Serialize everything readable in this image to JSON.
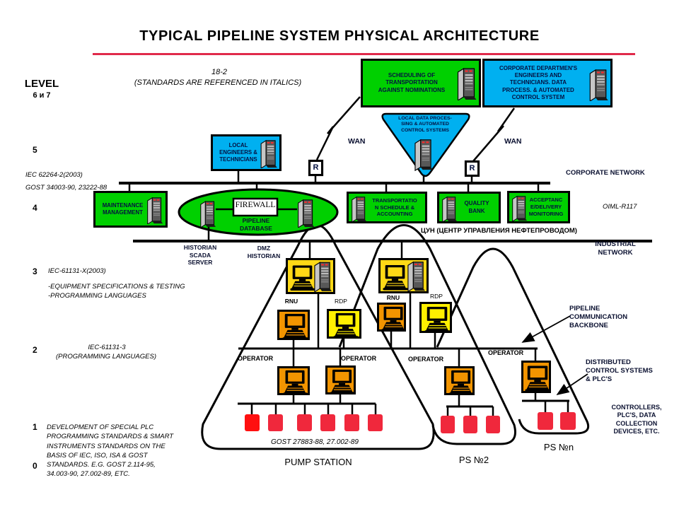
{
  "header": {
    "title": "TYPICAL PIPELINE SYSTEM PHYSICAL ARCHITECTURE",
    "slide_ref": "18-2",
    "note": "(STANDARDS ARE REFERENCED IN ITALICS)"
  },
  "levels": {
    "label": "LEVEL",
    "sublabel": "6 и 7",
    "l5": "5",
    "l4": "4",
    "l3": "3",
    "l2": "2",
    "l1": "1",
    "l0": "0"
  },
  "standards": {
    "iec62264": "IEC 62264-2(2003)",
    "gost34003": "GOST 34003-90, 23222-88",
    "iec61131x": "IEC-61131-X(2003)",
    "l3_notes": "-EQUIPMENT SPECIFICATIONS & TESTING\n-PROGRAMMING LANGUAGES",
    "iec611313": "IEC-61131-3",
    "l2_note": "(PROGRAMMING LANGUAGES)",
    "l1_note": "DEVELOPMENT OF SPECIAL PLC\nPROGRAMMING STANDARDS & SMART\nINSTRUMENTS STANDARDS ON THE\nBASIS OF IEC, ISO, ISA & GOST\nSTANDARDS. E.G. GOST 2.114-95,\n34.003-90, 27.002-89, ETC.",
    "oiml": "OIML-R117",
    "gost27883": "GOST 27883-88, 27.002-89"
  },
  "nodes": {
    "scheduling": "SCHEDULING OF\nTRANSPORTATION\nAGAINST NOMINATIONS",
    "corporate_dept": "CORPORATE DEPARTMEN'S\nENGINEERS AND\nTECHNICIANS. DATA\nPROCESS. & AUTOMATED\nCONTROL SYSTEM",
    "local_engineers": "LOCAL\nENGINEERS &\nTECHNICIANS",
    "local_data": "LOCAL DATA PROCES-\nSING & AUTOMATED\nCONTROL SYSTEMS",
    "maintenance": "MAINTENANCE\nMANAGEMENT",
    "firewall": "FIREWALL",
    "pipeline_db": "PIPELINE\nDATABASE",
    "historian": "HISTORIAN\nSCADA\nSERVER",
    "dmz": "DMZ\nHISTORIAN",
    "transport": "TRANSPORTATIO\nN SCHEDULE &\nACCOUNTING",
    "quality": "QUALITY\nBANK",
    "acceptance": "ACCEPTANC\nE/DELIVERY\nMONITORING",
    "router": "R"
  },
  "networks": {
    "wan": "WAN",
    "corporate": "CORPORATE NETWORK",
    "industrial": "INDUSTRIAL\nNETWORK",
    "tsun": "ЦУН (ЦЕНТР УПРАВЛЕНИЯ НЕФТЕПРОВОДОМ)"
  },
  "stations": {
    "rnu": "RNU",
    "rdp": "RDP",
    "operator": "OPERATOR",
    "pump_station": "PUMP STATION",
    "ps2": "PS №2",
    "psn": "PS №n"
  },
  "annotations": {
    "backbone": "PIPELINE\nCOMMUNICATION\nBACKBONE",
    "dcs": "DISTRIBUTED\nCONTROL SYSTEMS\n& PLC'S",
    "controllers": "CONTROLLERS,\nPLC'S, DATA\nCOLLECTION\nDEVICES, ETC."
  },
  "colors": {
    "green": "#00D000",
    "cyan": "#00B0F0",
    "yellow": "#FFD916",
    "bright_yellow": "#FFF000",
    "orange": "#F29400",
    "red": "#F0283C",
    "bright_red": "#FF1010",
    "title_underline": "#E02A4A",
    "label_navy": "#041040"
  }
}
